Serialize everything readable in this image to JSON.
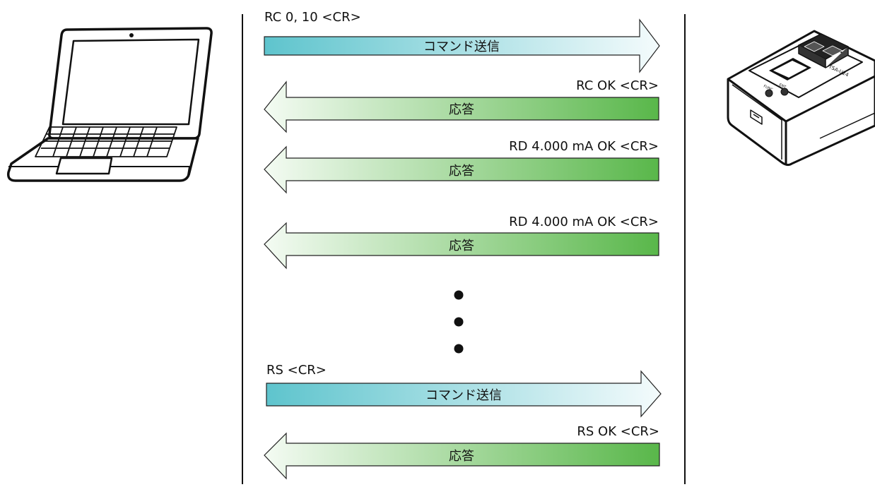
{
  "colors": {
    "command_start": "#5ec4cd",
    "command_end": "#f4fbfc",
    "response_start": "#f4fbf3",
    "response_end": "#59b74a",
    "line": "#111111"
  },
  "sequence": [
    {
      "type": "command",
      "label": "RC 0, 10 <CR>",
      "text": "コマンド送信"
    },
    {
      "type": "response",
      "label": "RC OK <CR>",
      "text": "応答"
    },
    {
      "type": "response",
      "label": "RD 4.000 mA OK <CR>",
      "text": "応答"
    },
    {
      "type": "response",
      "label": "RD 4.000 mA OK <CR>",
      "text": "応答"
    },
    {
      "type": "command",
      "label": "RS <CR>",
      "text": "コマンド送信"
    },
    {
      "type": "response",
      "label": "RS OK <CR>",
      "text": "応答"
    }
  ],
  "device": {
    "model_text": "TSA-U24",
    "button_func": "FUNC",
    "button_ent": "ENT"
  },
  "icons": {
    "computer": "laptop-icon",
    "device": "signal-device-icon",
    "continuation": "ellipsis-dots"
  }
}
